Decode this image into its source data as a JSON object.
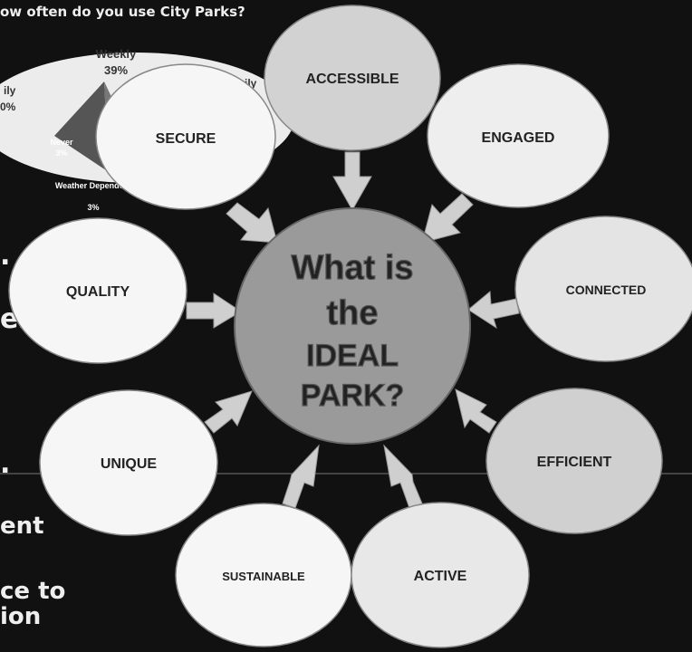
{
  "survey_chart": {
    "question": "ow often do you use City Parks?",
    "slices": [
      {
        "label": "Weekly",
        "value": "39%"
      },
      {
        "label": "ily",
        "value": "0%"
      },
      {
        "label": "Never",
        "value": "3%"
      },
      {
        "label": "Weather Dependent",
        "value": "3%"
      },
      {
        "label": "ily",
        "value": ""
      }
    ]
  },
  "background_fragments": [
    ".",
    "es",
    ".",
    "ent",
    "ce to",
    "ion"
  ],
  "center": {
    "lines": [
      "What is",
      "the",
      "IDEAL",
      "PARK?"
    ]
  },
  "qualities": [
    "ACCESSIBLE",
    "ENGAGED",
    "CONNECTED",
    "EFFICIENT",
    "ACTIVE",
    "SUSTAINABLE",
    "UNIQUE",
    "QUALITY",
    "SECURE"
  ],
  "colors": {
    "background": "#111111",
    "center_fill": "#9a9a9a",
    "center_text": "#eeeeee",
    "light_circle": "#f4f4f4",
    "grey_circle": "#d2d2d2",
    "arrow": "#cfcfcf"
  }
}
